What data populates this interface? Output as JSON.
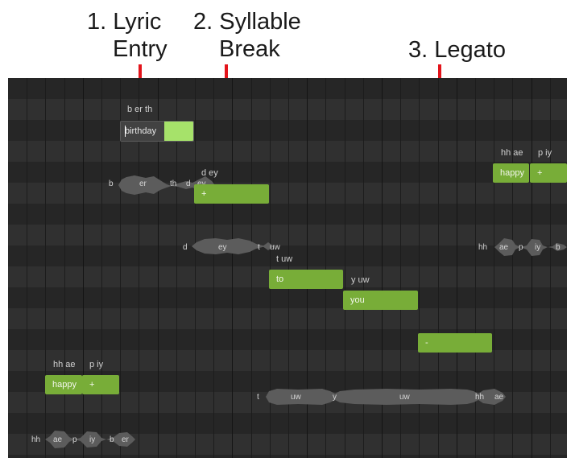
{
  "callouts": {
    "lyric_entry": {
      "line1": "1. Lyric",
      "line2": "Entry"
    },
    "syllable_break": {
      "line1": "2. Syllable",
      "line2": "Break"
    },
    "legato": {
      "line1": "3. Legato"
    }
  },
  "colors": {
    "note": "#78ad38",
    "note_selected": "#a6e26a",
    "callout_line": "#e3141b"
  },
  "edit": {
    "phonemes": "b er th",
    "value": "birthday"
  },
  "notes": {
    "dey": {
      "phonemes": "d ey",
      "lyric": "+"
    },
    "to": {
      "phonemes": "t uw",
      "lyric": "to"
    },
    "you": {
      "phonemes": "y uw",
      "lyric": "you"
    },
    "legato": {
      "lyric": "-"
    },
    "happy_right": {
      "phonemes1": "hh ae",
      "lyric1": "happy",
      "phonemes2": "p iy",
      "lyric2": "+"
    },
    "happy_left": {
      "phonemes1": "hh ae",
      "lyric1": "happy",
      "phonemes2": "p iy",
      "lyric2": "+"
    }
  },
  "waveforms": {
    "w1": [
      "b",
      "er",
      "th",
      "d",
      "ey"
    ],
    "w2": [
      "d",
      "ey",
      "t",
      "uw"
    ],
    "w3": [
      "hh",
      "ae",
      "p",
      "iy",
      "b"
    ],
    "w4": [
      "t",
      "uw",
      "y",
      "uw",
      "hh",
      "ae"
    ],
    "w5": [
      "hh",
      "ae",
      "p",
      "iy",
      "b",
      "er"
    ]
  }
}
